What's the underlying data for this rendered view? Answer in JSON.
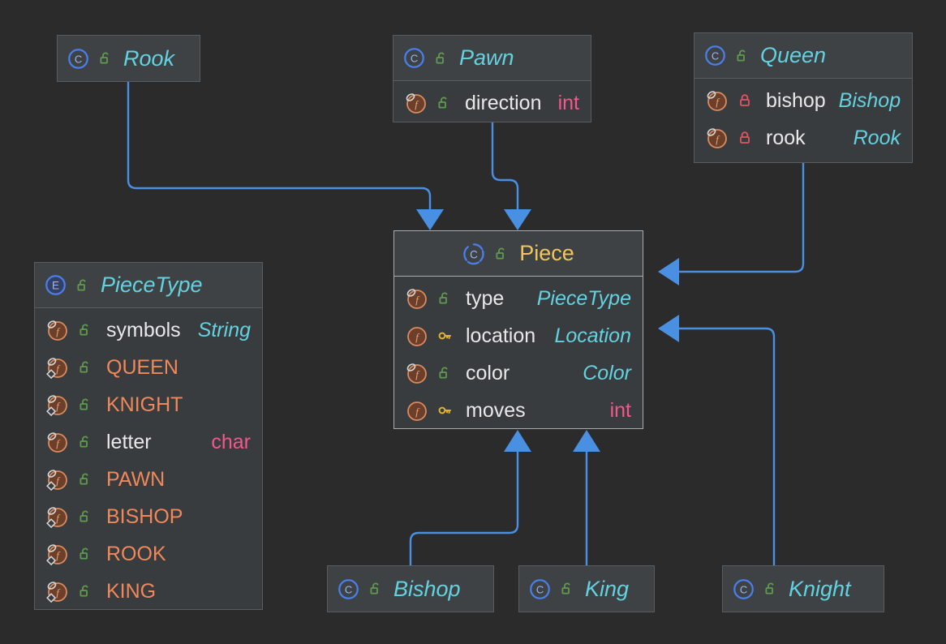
{
  "diagram": {
    "kind": "uml-class-diagram",
    "background": "#2b2b2b",
    "edge_color": "#4a90e2",
    "title_color": "#63d2e0",
    "selected_title_color": "#f2c55c",
    "member_name_color": "#e8e8e8",
    "enum_constant_color": "#f0885a",
    "primitive_type_color": "#f2588a"
  },
  "nodes": [
    {
      "id": "rook",
      "name": "Rook",
      "stereotype": "class",
      "header_icon": "class-icon",
      "visibility_icon": "unlocked-padlock-icon",
      "members": []
    },
    {
      "id": "pawn",
      "name": "Pawn",
      "stereotype": "class",
      "header_icon": "class-icon",
      "visibility_icon": "unlocked-padlock-icon",
      "members": [
        {
          "icon": "field-final-icon",
          "visibility_icon": "unlocked-padlock-icon",
          "name": "direction",
          "type": "int",
          "primitive": true
        }
      ]
    },
    {
      "id": "queen",
      "name": "Queen",
      "stereotype": "class",
      "header_icon": "class-icon",
      "visibility_icon": "unlocked-padlock-icon",
      "members": [
        {
          "icon": "field-final-icon",
          "visibility_icon": "locked-padlock-icon",
          "name": "bishop",
          "type": "Bishop",
          "primitive": false
        },
        {
          "icon": "field-final-icon",
          "visibility_icon": "locked-padlock-icon",
          "name": "rook",
          "type": "Rook",
          "primitive": false
        }
      ]
    },
    {
      "id": "piecetype",
      "name": "PieceType",
      "stereotype": "enum",
      "header_icon": "enum-icon",
      "visibility_icon": "unlocked-padlock-icon",
      "members": [
        {
          "icon": "field-final-icon",
          "visibility_icon": "unlocked-padlock-icon",
          "name": "symbols",
          "type": "String",
          "primitive": false,
          "constant": false
        },
        {
          "icon": "field-static-final-icon",
          "visibility_icon": "unlocked-padlock-icon",
          "name": "QUEEN",
          "type": "",
          "primitive": false,
          "constant": true
        },
        {
          "icon": "field-static-final-icon",
          "visibility_icon": "unlocked-padlock-icon",
          "name": "KNIGHT",
          "type": "",
          "primitive": false,
          "constant": true
        },
        {
          "icon": "field-final-icon",
          "visibility_icon": "unlocked-padlock-icon",
          "name": "letter",
          "type": "char",
          "primitive": true,
          "constant": false
        },
        {
          "icon": "field-static-final-icon",
          "visibility_icon": "unlocked-padlock-icon",
          "name": "PAWN",
          "type": "",
          "primitive": false,
          "constant": true
        },
        {
          "icon": "field-static-final-icon",
          "visibility_icon": "unlocked-padlock-icon",
          "name": "BISHOP",
          "type": "",
          "primitive": false,
          "constant": true
        },
        {
          "icon": "field-static-final-icon",
          "visibility_icon": "unlocked-padlock-icon",
          "name": "ROOK",
          "type": "",
          "primitive": false,
          "constant": true
        },
        {
          "icon": "field-static-final-icon",
          "visibility_icon": "unlocked-padlock-icon",
          "name": "KING",
          "type": "",
          "primitive": false,
          "constant": true
        }
      ]
    },
    {
      "id": "piece",
      "name": "Piece",
      "stereotype": "abstract-class",
      "header_icon": "abstract-class-icon",
      "visibility_icon": "unlocked-padlock-icon",
      "selected": true,
      "members": [
        {
          "icon": "field-final-icon",
          "visibility_icon": "unlocked-padlock-icon",
          "name": "type",
          "type": "PieceType",
          "primitive": false
        },
        {
          "icon": "field-icon",
          "visibility_icon": "key-icon",
          "name": "location",
          "type": "Location",
          "primitive": false
        },
        {
          "icon": "field-final-icon",
          "visibility_icon": "unlocked-padlock-icon",
          "name": "color",
          "type": "Color",
          "primitive": false
        },
        {
          "icon": "field-icon",
          "visibility_icon": "key-icon",
          "name": "moves",
          "type": "int",
          "primitive": true
        }
      ]
    },
    {
      "id": "bishop",
      "name": "Bishop",
      "stereotype": "class",
      "header_icon": "class-icon",
      "visibility_icon": "unlocked-padlock-icon",
      "members": []
    },
    {
      "id": "king",
      "name": "King",
      "stereotype": "class",
      "header_icon": "class-icon",
      "visibility_icon": "unlocked-padlock-icon",
      "members": []
    },
    {
      "id": "knight",
      "name": "Knight",
      "stereotype": "class",
      "header_icon": "class-icon",
      "visibility_icon": "unlocked-padlock-icon",
      "members": []
    }
  ],
  "edges": [
    {
      "from": "rook",
      "to": "piece",
      "kind": "generalization"
    },
    {
      "from": "pawn",
      "to": "piece",
      "kind": "generalization"
    },
    {
      "from": "queen",
      "to": "piece",
      "kind": "generalization"
    },
    {
      "from": "bishop",
      "to": "piece",
      "kind": "generalization"
    },
    {
      "from": "king",
      "to": "piece",
      "kind": "generalization"
    },
    {
      "from": "knight",
      "to": "piece",
      "kind": "generalization"
    }
  ]
}
